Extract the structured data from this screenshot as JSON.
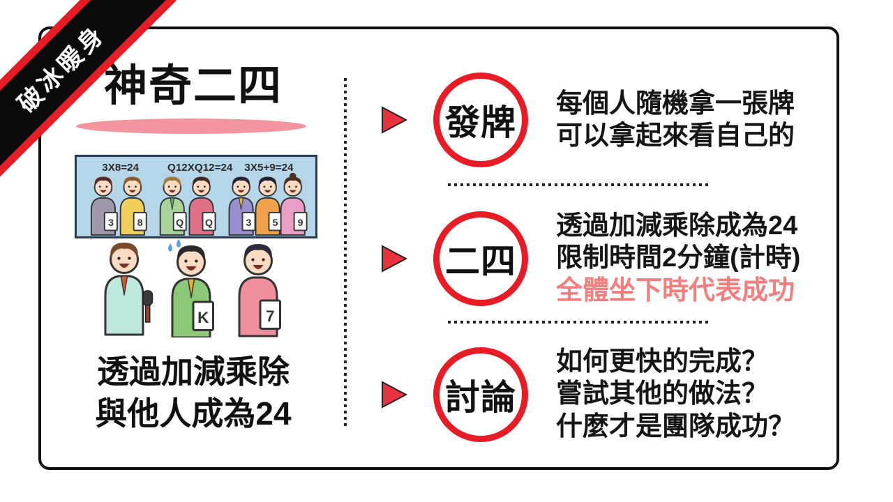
{
  "ribbon": {
    "label": "破冰暖身"
  },
  "left_panel": {
    "title": "神奇二四",
    "card_demo": {
      "equations": [
        "3X8=24",
        "Q12XQ12=24",
        "3X5+9=24"
      ],
      "people": [
        {
          "shirt": "#9e98a8",
          "hair": "#5a2a28",
          "card": "3"
        },
        {
          "shirt": "#f2cf5b",
          "hair": "#8a5a30",
          "card": "8"
        },
        {
          "shirt": "#a9d39a",
          "hair": "#a07840",
          "card": "Q",
          "tie": "#6aa860"
        },
        {
          "shirt": "#e07088",
          "hair": "#3f2a22",
          "card": "Q"
        },
        {
          "shirt": "#9a8fd0",
          "hair": "#2a2430",
          "card": "3",
          "tie": "#e8b830"
        },
        {
          "shirt": "#efa24a",
          "hair": "#26202c",
          "card": "5"
        },
        {
          "shirt": "#eb9ec5",
          "hair": "#4a3020",
          "card": "9",
          "bun": true
        }
      ]
    },
    "discussion_demo": {
      "people": [
        {
          "shirt": "#bfe8dd",
          "hair": "#7a4a2a",
          "tie": "#d85c30",
          "mic": true
        },
        {
          "shirt": "#8cc878",
          "hair": "#2a2a2a",
          "tie": "#eab030",
          "card": "K",
          "sweat": true
        },
        {
          "shirt": "#ef8f9c",
          "hair": "#2f2a3e",
          "card": "7"
        }
      ]
    },
    "caption": [
      "透過加減乘除",
      "與他人成為24"
    ]
  },
  "steps": [
    {
      "badge": "發牌",
      "lines": [
        "每個人隨機拿一張牌",
        "可以拿起來看自己的"
      ]
    },
    {
      "badge": "二四",
      "lines": [
        "透過加減乘除成為24",
        "限制時間2分鐘(計時)",
        "全體坐下時代表成功"
      ]
    },
    {
      "badge": "討論",
      "lines": [
        "如何更快的完成？",
        "嘗試其他的做法？",
        "什麼才是團隊成功？"
      ]
    }
  ],
  "colors": {
    "accent_red": "#e81c24",
    "triangle_red": "#e8323e",
    "highlight_pink": "#f47e7e",
    "underline_pink": "#f2959f",
    "demo_bg": "#b5d6e8"
  }
}
